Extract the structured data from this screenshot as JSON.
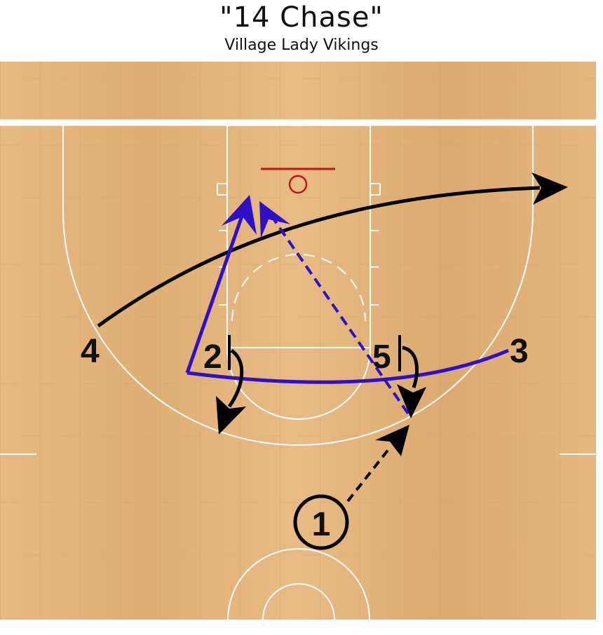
{
  "play": {
    "title": "\"14 Chase\"",
    "subtitle": "Village Lady Vikings"
  },
  "players": [
    {
      "id": "p1",
      "label": "1",
      "circled": true
    },
    {
      "id": "p2",
      "label": "2"
    },
    {
      "id": "p3",
      "label": "3"
    },
    {
      "id": "p4",
      "label": "4"
    },
    {
      "id": "p5",
      "label": "5"
    }
  ],
  "colors": {
    "court_wood": "#e3b37a",
    "court_lines": "#ffffff",
    "rim": "#c0141a",
    "cut_black": "#000000",
    "cut_blue": "#2e10c8"
  }
}
